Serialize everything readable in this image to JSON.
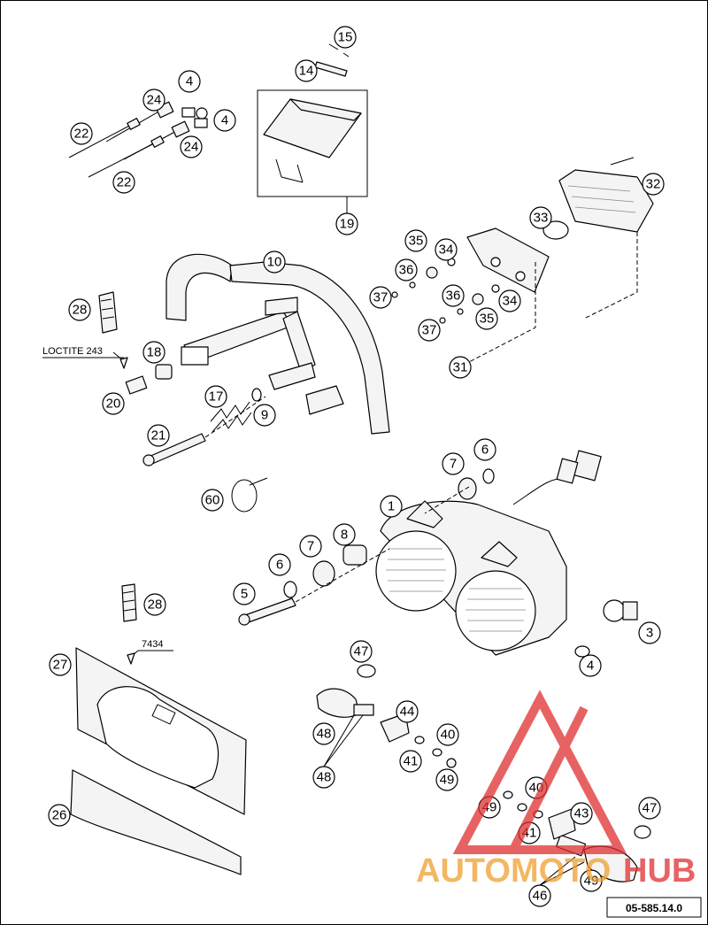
{
  "diagram": {
    "reference_number": "05-585.14.0",
    "annotations": {
      "loctite": "LOCTITE 243",
      "compound": "7434"
    },
    "callouts": [
      "1",
      "3",
      "4",
      "4",
      "4",
      "5",
      "6",
      "6",
      "7",
      "7",
      "8",
      "9",
      "10",
      "14",
      "15",
      "17",
      "18",
      "19",
      "20",
      "21",
      "22",
      "22",
      "24",
      "24",
      "26",
      "27",
      "28",
      "28",
      "31",
      "32",
      "33",
      "34",
      "34",
      "35",
      "35",
      "36",
      "36",
      "37",
      "37",
      "40",
      "40",
      "41",
      "41",
      "43",
      "44",
      "45",
      "46",
      "47",
      "47",
      "48",
      "48",
      "49",
      "49",
      "60"
    ]
  },
  "watermark": {
    "brand_left": "AUTOMOTO",
    "brand_right": "HUB",
    "color_primary": "#e03030",
    "color_secondary": "#f0a030"
  }
}
